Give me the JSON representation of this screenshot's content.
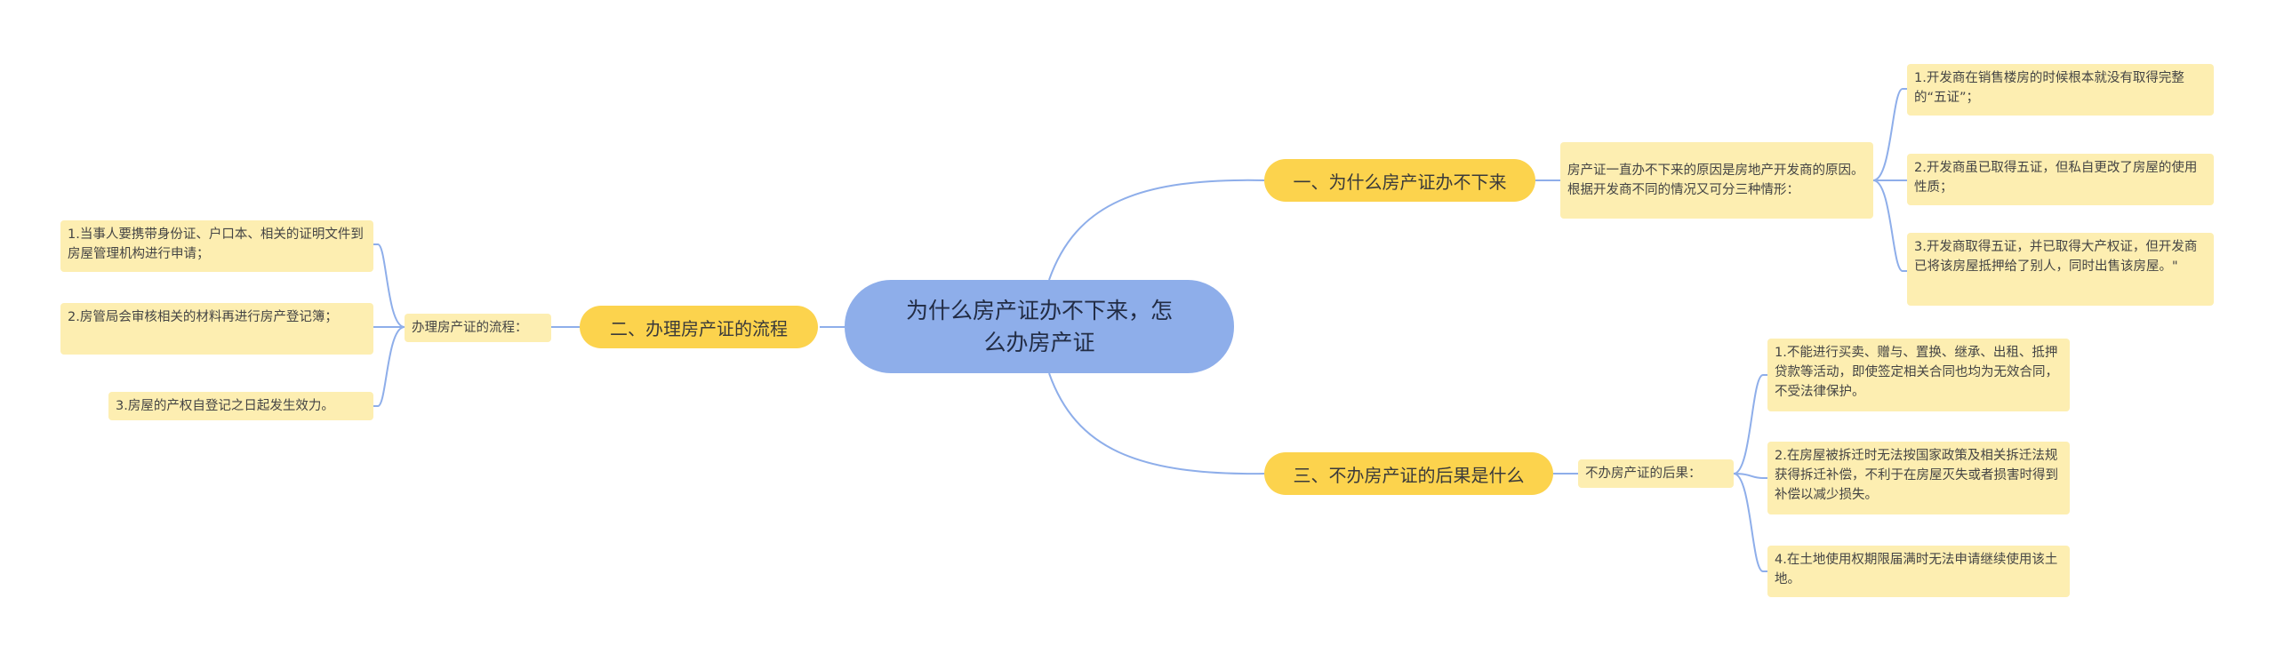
{
  "root": {
    "title": "为什么房产证办不下来，怎么办房产证"
  },
  "branches": [
    {
      "label": "一、为什么房产证办不下来",
      "detail": "房产证一直办不下来的原因是房地产开发商的原因。根据开发商不同的情况又可分三种情形：",
      "items": [
        "1.开发商在销售楼房的时候根本就没有取得完整的“五证”；",
        "2.开发商虽已取得五证，但私自更改了房屋的使用性质；",
        "3.开发商取得五证，并已取得大产权证，但开发商已将该房屋抵押给了别人，同时出售该房屋。\""
      ]
    },
    {
      "label": "二、办理房产证的流程",
      "detail": "办理房产证的流程：",
      "items": [
        "1.当事人要携带身份证、户口本、相关的证明文件到房屋管理机构进行申请；",
        "2.房管局会审核相关的材料再进行房产登记簿；",
        "3.房屋的产权自登记之日起发生效力。"
      ]
    },
    {
      "label": "三、不办房产证的后果是什么",
      "detail": "不办房产证的后果：",
      "items": [
        "1.不能进行买卖、赠与、置换、继承、出租、抵押贷款等活动，即使签定相关合同也均为无效合同，不受法律保护。",
        "2.在房屋被拆迁时无法按国家政策及相关拆迁法规获得拆迁补偿，不利于在房屋灭失或者损害时得到补偿以减少损失。",
        "4.在土地使用权期限届满时无法申请继续使用该土地。"
      ]
    }
  ],
  "colors": {
    "root": "#8eaeea",
    "topic": "#fcd34d",
    "leaf": "#fdeeb1",
    "line": "#8eaeea"
  }
}
